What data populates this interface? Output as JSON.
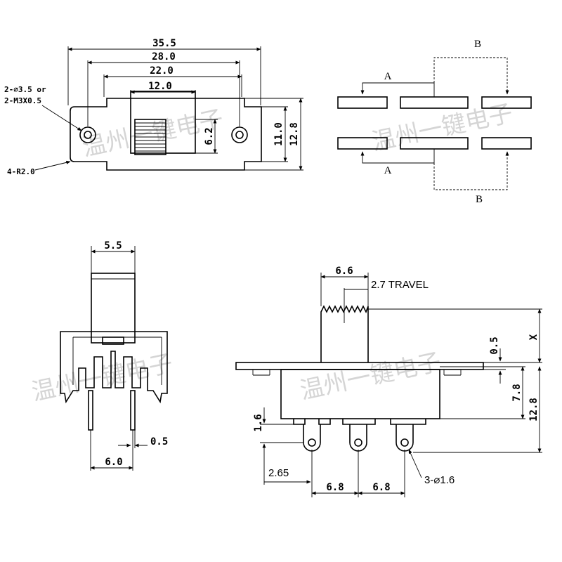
{
  "top_view": {
    "dim_overall_width": "35.5",
    "dim_hole_pitch": "28.0",
    "dim_body_width": "22.0",
    "dim_knob_width": "12.0",
    "dim_knob_height": "6.2",
    "dim_body_height": "11.0",
    "dim_overall_height": "12.8",
    "hole_note_line1": "2-⌀3.5 or",
    "hole_note_line2": "2-M3X0.5",
    "radius_note": "4-R2.0"
  },
  "circuit": {
    "label_a_top": "A",
    "label_b_top": "B",
    "label_a_bottom": "A",
    "label_b_bottom": "B"
  },
  "front_view": {
    "dim_actuator_width": "5.5",
    "dim_pin_pitch": "6.0",
    "dim_pin_thickness": "0.5"
  },
  "side_view": {
    "dim_actuator_width": "6.6",
    "travel_note": "2.7 TRAVEL",
    "dim_plate_thickness": "0.5",
    "dim_x": "X",
    "dim_body_height": "7.8",
    "dim_total_height": "12.8",
    "dim_pin_offset": "1.6",
    "dim_first_pin": "2.65",
    "dim_pin_pitch_1": "6.8",
    "dim_pin_pitch_2": "6.8",
    "pin_hole_note": "3-⌀1.6"
  },
  "watermark": {
    "text_1": "温州一键电子",
    "text_2": "温州一键电子",
    "text_3": "温州一键电子",
    "text_4": "温州一键电子"
  }
}
